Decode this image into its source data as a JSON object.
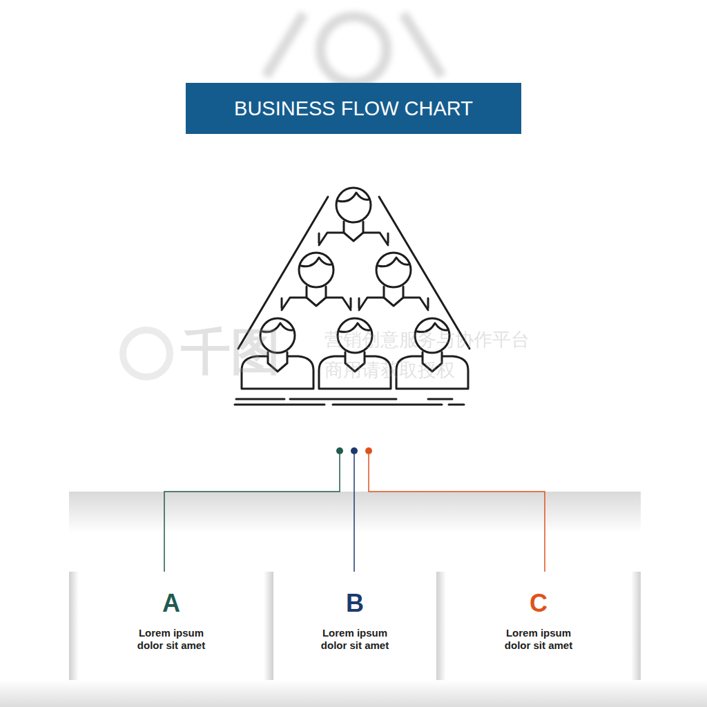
{
  "diagram": {
    "title": "BUSINESS FLOW CHART",
    "nodes": [
      {
        "text": [
          "A",
          "Lorem ipsum dolor sit amet"
        ]
      },
      {
        "text": [
          "B",
          "Lorem ipsum dolor sit amet"
        ]
      },
      {
        "text": [
          "C",
          "Lorem ipsum dolor sit amet"
        ]
      }
    ],
    "labels": [
      "千图",
      "营销创意服务与协作平台",
      "商用请获取授权"
    ]
  }
}
